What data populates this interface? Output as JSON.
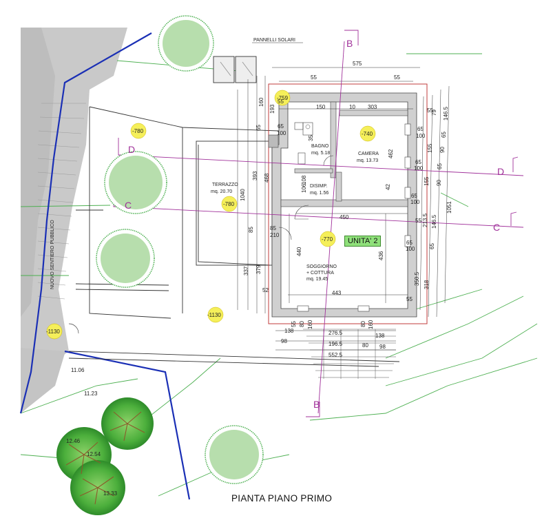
{
  "title": "PIANTA PIANO PRIMO",
  "unit_label": "UNITA' 2",
  "labels": {
    "solar": "PANNELLI SOLARI",
    "path": "NUOVO SENTIERO PUBBLICO"
  },
  "rooms": {
    "terrazzo": {
      "name": "TERRAZZO",
      "area": "mq. 20.70"
    },
    "bagno": {
      "name": "BAGNO",
      "area": "mq. 5.18"
    },
    "camera": {
      "name": "CAMERA",
      "area": "mq. 13.73"
    },
    "disimp": {
      "name": "DISIMP.",
      "area": "mq. 1.56"
    },
    "soggiorno": {
      "name1": "SOGGIORNO",
      "name2": "+ COTTURA",
      "area": "mq. 19.45"
    }
  },
  "levels": {
    "l759": "-759",
    "l780a": "-780",
    "l780b": "-780",
    "l740": "-740",
    "l770": "-770",
    "l1130a": "-1130",
    "l1130b": "-1130"
  },
  "spots": {
    "s1106": "11.06",
    "s1123": "11.23",
    "s1246": "12.46",
    "s1254": "12.54",
    "s1333": "13.33"
  },
  "sections": {
    "b_top": "B",
    "b_bot": "B",
    "d_left": "D",
    "d_right": "D",
    "c_left": "C",
    "c_right": "C"
  },
  "dims": {
    "d575": "575",
    "d55a": "55",
    "d55b": "55",
    "d150": "150",
    "d10": "10",
    "d303": "303",
    "d55c": "55",
    "d79": "79",
    "d146a": "146.5",
    "d160": "160",
    "d193": "193",
    "d65a": "65",
    "d65b": "65",
    "d100a": "100",
    "d65c": "65",
    "d100b": "100",
    "d65d": "65",
    "d90a": "90",
    "d155a": "155",
    "d462": "462",
    "d65e": "65",
    "d100c": "100",
    "d65f": "65",
    "d90b": "90",
    "d155b": "155",
    "d42": "42",
    "d65g": "65",
    "d1051": "1051",
    "d100d": "100",
    "d55d": "55",
    "d213": "213.5",
    "d146b": "146.5",
    "d65h": "65",
    "d100e": "100",
    "d65i": "65",
    "d393": "393",
    "d468": "468",
    "d1040": "1040",
    "d85a": "85",
    "d85b": "85",
    "d210": "210",
    "d106": "106",
    "d108": "108",
    "d450": "450",
    "d440": "440",
    "d436": "436",
    "d337": "337",
    "d379": "379",
    "d52": "52",
    "d443": "443",
    "d55e": "55",
    "d3505": "350.5",
    "d318": "318",
    "d55f": "55",
    "d80a": "80",
    "d160a": "160",
    "d80b": "80",
    "d160b": "160",
    "d138a": "138",
    "d2765": "276.5",
    "d138b": "138",
    "d98a": "98",
    "d1965": "196.5",
    "d80c": "80",
    "d98b": "98",
    "d5525": "552.5",
    "d55g": "55",
    "d353": "35"
  }
}
